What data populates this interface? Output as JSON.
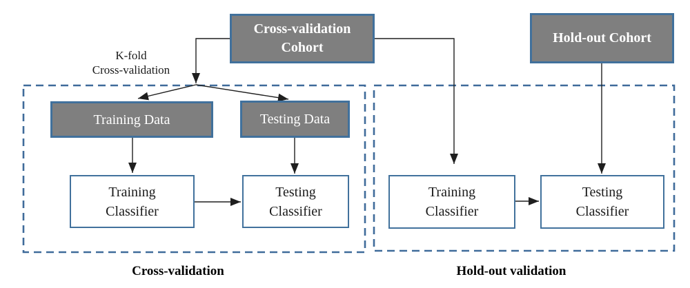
{
  "diagram": {
    "cohorts": {
      "cv_label": "Cross-validation\nCohort",
      "holdout_label": "Hold-out Cohort"
    },
    "annotation": "K-fold\nCross-validation",
    "cv_panel": {
      "training_data": "Training Data",
      "testing_data": "Testing Data",
      "training_classifier": "Training\nClassifier",
      "testing_classifier": "Testing\nClassifier",
      "caption": "Cross-validation"
    },
    "holdout_panel": {
      "training_classifier": "Training\nClassifier",
      "testing_classifier": "Testing\nClassifier",
      "caption": "Hold-out validation"
    },
    "colors": {
      "node_fill": "#7f7f7f",
      "node_border": "#41719c",
      "dashed_border": "#3f6b9a",
      "arrow": "#1f1f1f",
      "text_light": "#ffffff",
      "text_dark": "#1a1a1a",
      "bg": "#ffffff"
    }
  }
}
